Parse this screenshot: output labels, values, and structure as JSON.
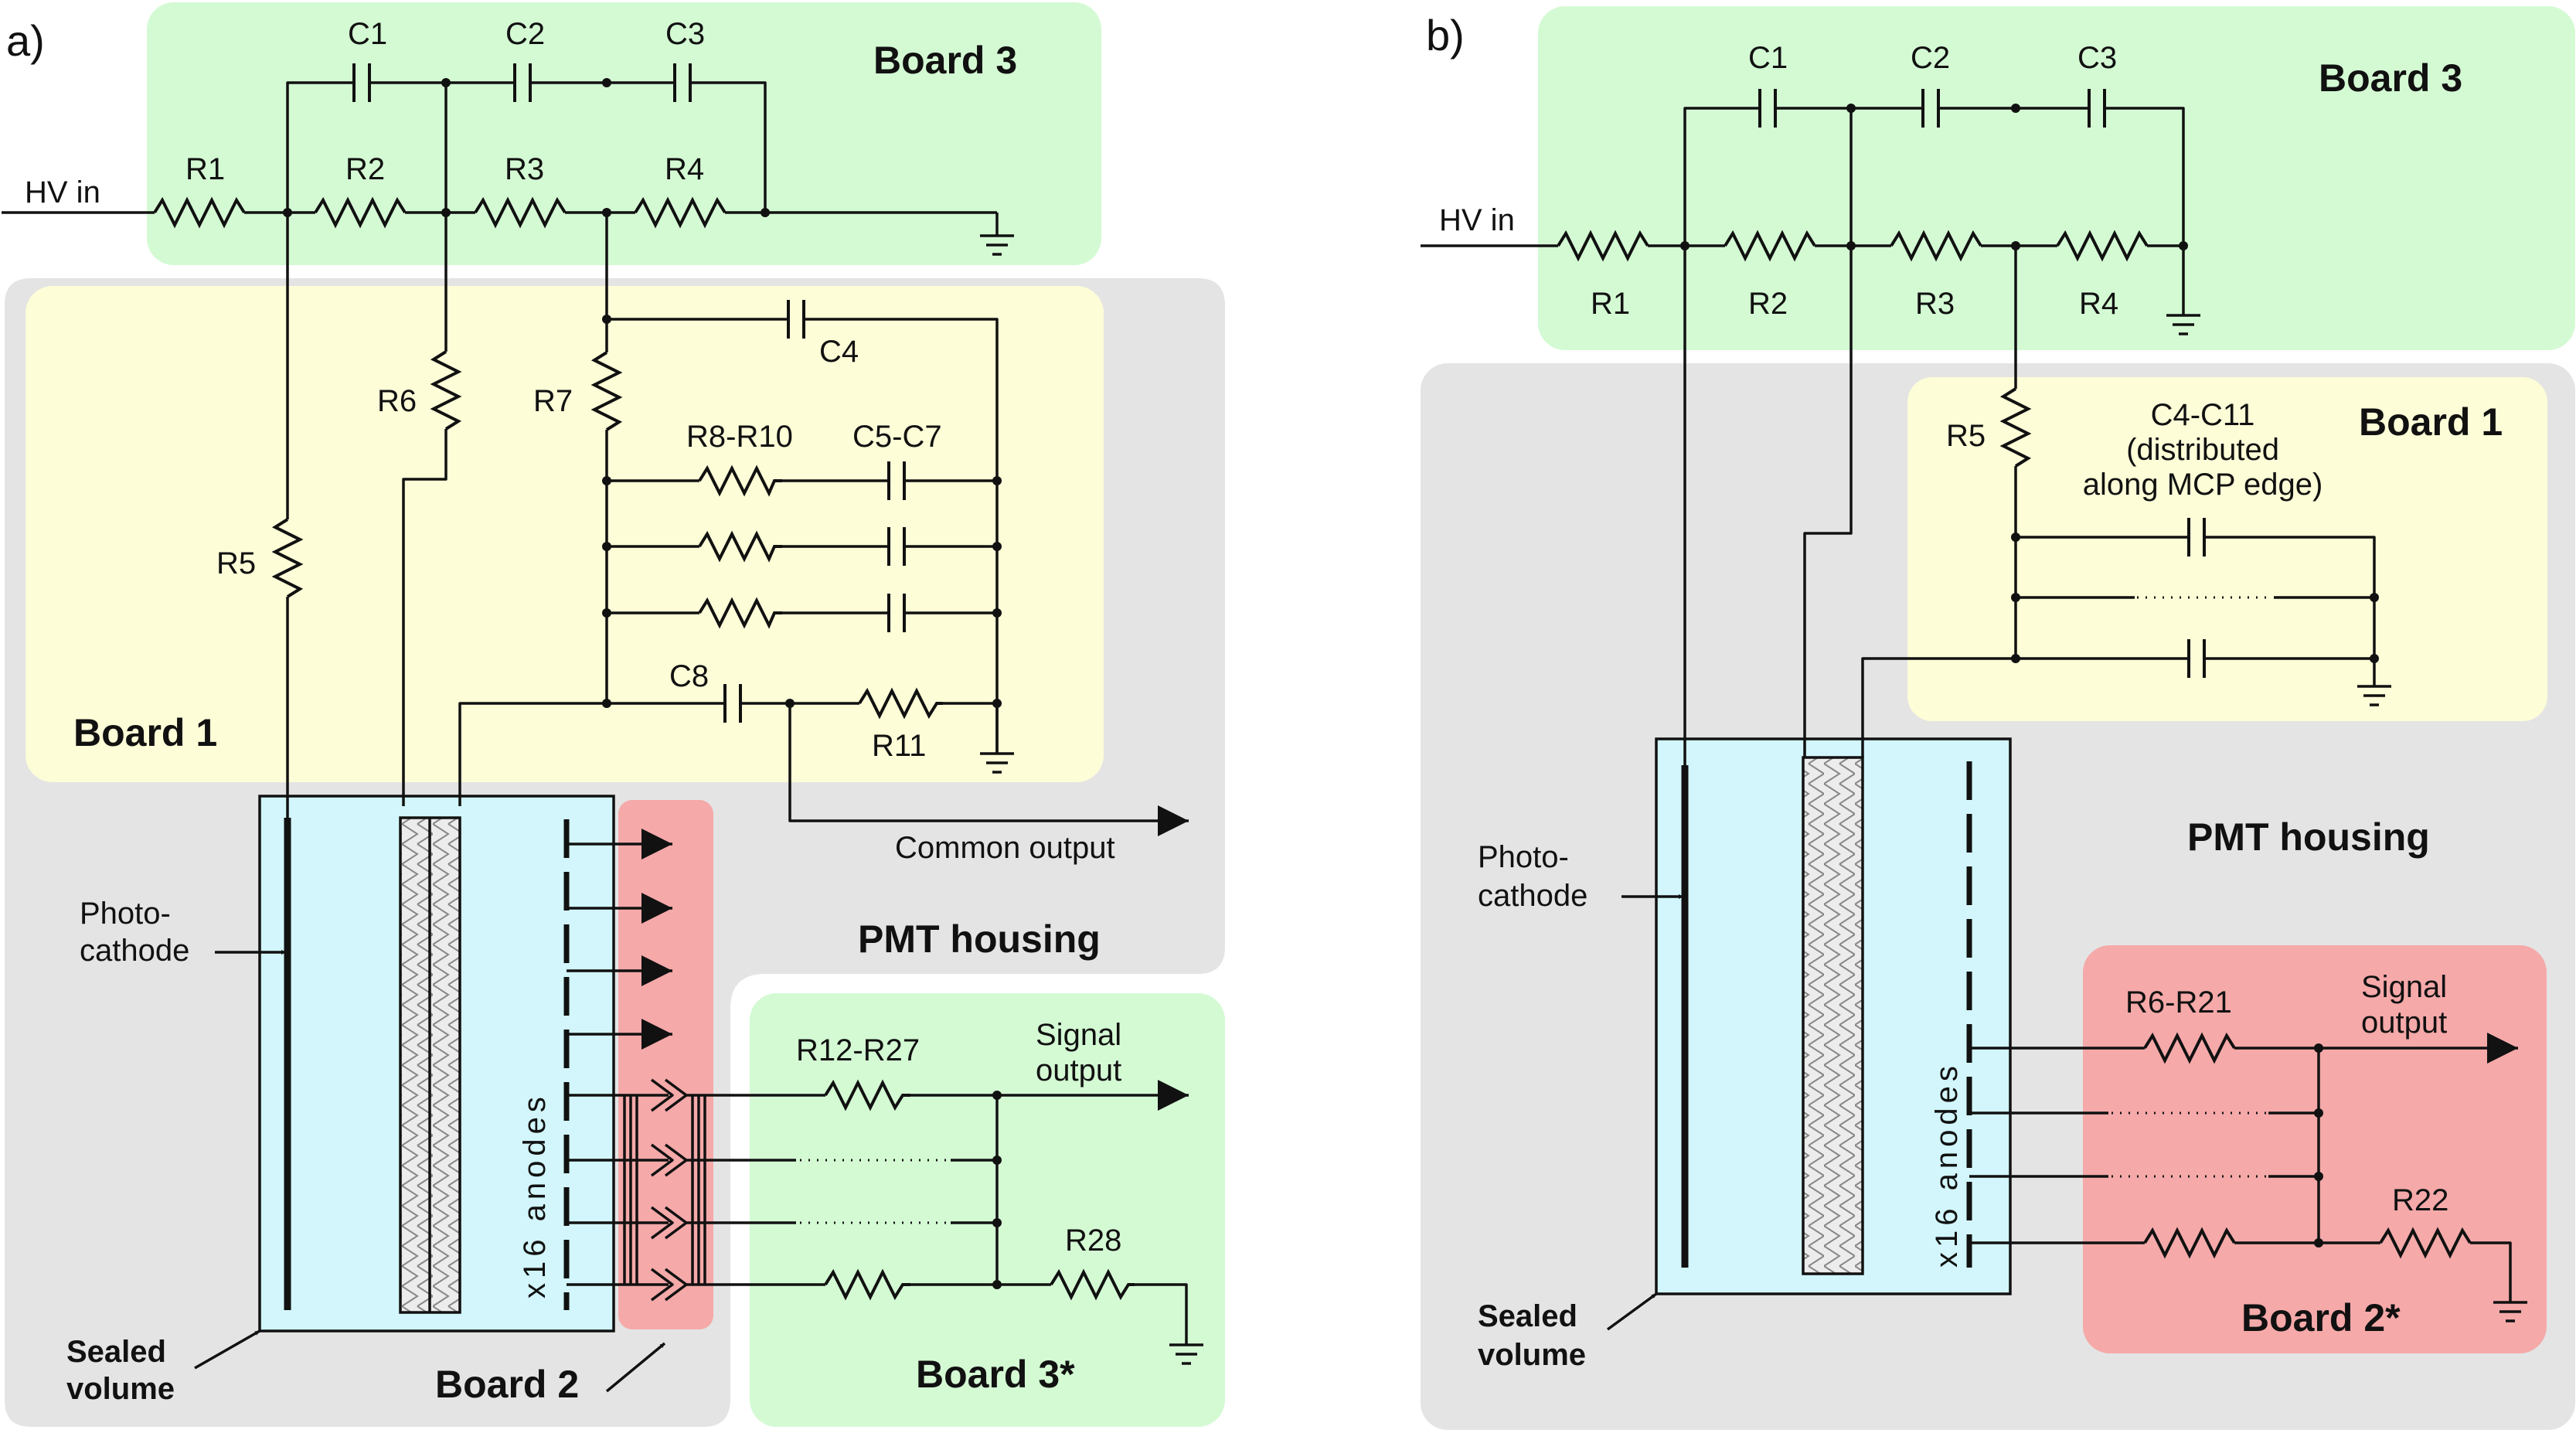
{
  "panels": {
    "a": {
      "letter": "a)",
      "boxes": {
        "board3": "Board 3",
        "board1": "Board 1",
        "housing": "PMT housing",
        "board2": "Board 2",
        "board3s": "Board 3*"
      },
      "labels": {
        "hv_in": "HV in",
        "c1": "C1",
        "c2": "C2",
        "c3": "C3",
        "c4": "C4",
        "c5c7": "C5-C7",
        "c8": "C8",
        "r1": "R1",
        "r2": "R2",
        "r3": "R3",
        "r4": "R4",
        "r5": "R5",
        "r6": "R6",
        "r7": "R7",
        "r8r10": "R8-R10",
        "r11": "R11",
        "r12r27": "R12-R27",
        "r28": "R28",
        "common_output": "Common output",
        "signal_1": "Signal",
        "signal_2": "output",
        "photo_1": "Photo-",
        "photo_2": "cathode",
        "anodes": "x16 anodes",
        "sealed_1": "Sealed",
        "sealed_2": "volume"
      }
    },
    "b": {
      "letter": "b)",
      "boxes": {
        "board3": "Board 3",
        "board1": "Board 1",
        "housing": "PMT housing",
        "board2": "Board 2*"
      },
      "labels": {
        "hv_in": "HV in",
        "c1": "C1",
        "c2": "C2",
        "c3": "C3",
        "r1": "R1",
        "r2": "R2",
        "r3": "R3",
        "r4": "R4",
        "r5": "R5",
        "c4c11_1": "C4-C11",
        "c4c11_2": "(distributed",
        "c4c11_3": "along MCP edge)",
        "r6r21": "R6-R21",
        "r22": "R22",
        "signal_1": "Signal",
        "signal_2": "output",
        "photo_1": "Photo-",
        "photo_2": "cathode",
        "anodes": "x16 anodes",
        "sealed_1": "Sealed",
        "sealed_2": "volume"
      }
    }
  },
  "colors": {
    "housing": "#e4e4e4",
    "board_green": "#d4fad4",
    "board_yellow": "#fdfdd8",
    "board_red": "#f5a9a9",
    "vacuum": "#d2f6fb",
    "line": "#111111"
  }
}
